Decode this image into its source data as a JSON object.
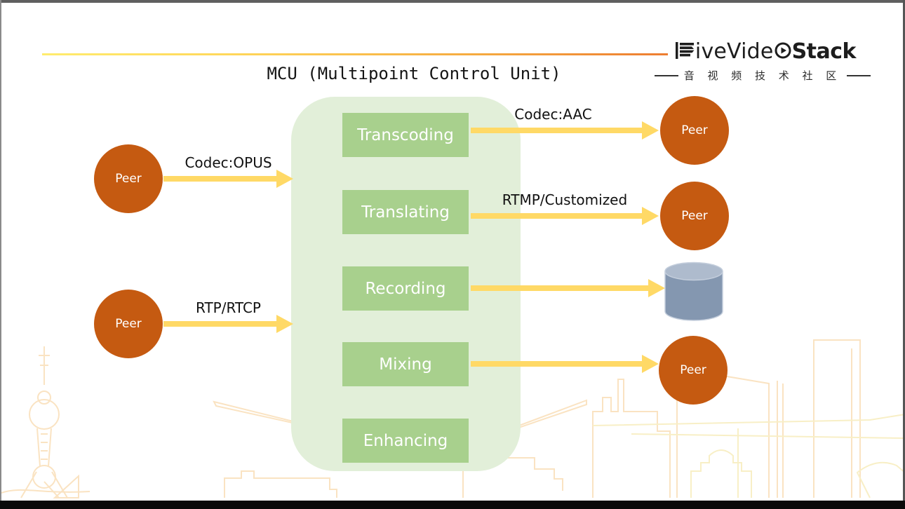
{
  "header": {
    "title": "MCU (Multipoint Control Unit)"
  },
  "logo": {
    "brand_prefix": "iveVide",
    "brand_suffix": "Stack",
    "tagline": "音 视 频 技 术 社 区"
  },
  "mcu": {
    "functions": [
      "Transcoding",
      "Translating",
      "Recording",
      "Mixing",
      "Enhancing"
    ]
  },
  "peers": {
    "left": [
      {
        "label": "Peer"
      },
      {
        "label": "Peer"
      }
    ],
    "right": [
      {
        "label": "Peer"
      },
      {
        "label": "Peer"
      },
      {
        "label": "Peer"
      }
    ]
  },
  "flows": {
    "inbound": [
      {
        "label": "Codec:OPUS"
      },
      {
        "label": "RTP/RTCP"
      }
    ],
    "outbound": [
      {
        "label": "Codec:AAC",
        "target": "peer"
      },
      {
        "label": "RTMP/Customized",
        "target": "peer"
      },
      {
        "label": "",
        "target": "database"
      },
      {
        "label": "",
        "target": "peer"
      }
    ]
  },
  "icons": {
    "brand_play_l": "striped-play-triangle-icon",
    "brand_play_o": "circled-play-icon",
    "storage": "database-cylinder-icon"
  },
  "colors": {
    "peer": "#C55A11",
    "arrow": "#FFD966",
    "panel": "#E2EFD9",
    "function_box": "#A8D08D",
    "cylinder_body": "#8497B0",
    "cylinder_top": "#AEBBCD",
    "rule_gradient_start": "#FFEC6E",
    "rule_gradient_end": "#ED7D31",
    "skyline_left": "#FAE3C2",
    "skyline_right": "#F8EFC6"
  }
}
